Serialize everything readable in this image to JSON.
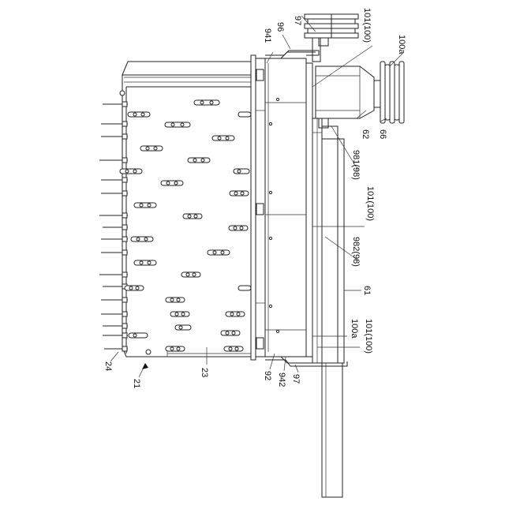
{
  "labels": {
    "l97_top": "97",
    "l941": "941",
    "l96": "96",
    "l101_100_top": "101(100)",
    "l100a_top": "100a",
    "l62": "62",
    "l66": "66",
    "l981_98": "981(98)",
    "l101_100_mid": "101(100)",
    "l982_98": "982(98)",
    "l61": "61",
    "l100a_bot": "100a",
    "l101_100_bot": "101(100)",
    "l24": "24",
    "l21": "21",
    "l23": "23",
    "l92": "92",
    "l942": "942",
    "l97_bot": "97"
  }
}
